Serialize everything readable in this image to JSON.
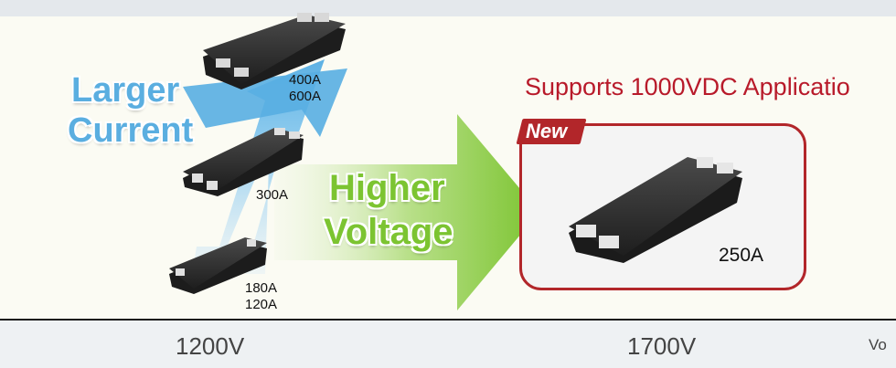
{
  "slide": {
    "larger_current": [
      "Larger",
      "Current"
    ],
    "higher_voltage": [
      "Higher",
      "Voltage"
    ],
    "supports_note": "Supports 1000VDC Applicatio",
    "new_badge": "New",
    "modules": [
      {
        "ratings": [
          "400A",
          "600A"
        ]
      },
      {
        "ratings": [
          "300A"
        ]
      },
      {
        "ratings": [
          "180A",
          "120A"
        ]
      },
      {
        "ratings": [
          "250A"
        ]
      }
    ],
    "axis": {
      "ticks": [
        "1200V",
        "1700V"
      ],
      "unit_fragment": "Vo"
    }
  },
  "colors": {
    "current_arrow": "#5aaee0",
    "voltage_arrow": "#7cc431",
    "accent_red": "#b2262a",
    "module_body": "#2b2b2b"
  }
}
